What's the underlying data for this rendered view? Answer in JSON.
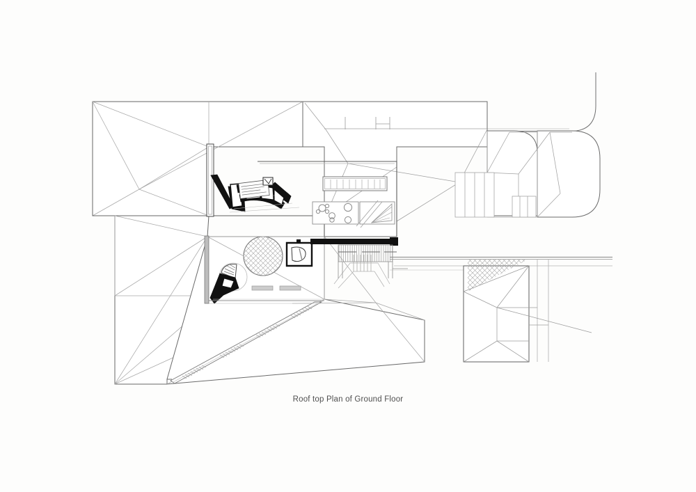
{
  "document": {
    "type": "architectural-drawing",
    "sheet_background": "#fdfdfc",
    "caption": "Roof top Plan of Ground Floor"
  },
  "style": {
    "line_light": "#9a9a9a",
    "line_medium": "#6f6f6f",
    "line_dark": "#2c2c2c",
    "poche_fill": "#111111",
    "hatch_fill": "#bdbdbd",
    "furniture_fill": "#c9c9c9",
    "roof_fill": "#ffffff",
    "caption_color": "#4f4f4f"
  },
  "drawing": {
    "title": "Roof top Plan of Ground Floor",
    "elements": [
      {
        "name": "main-roof-west-block",
        "kind": "hip-roof",
        "note": "large faceted hip roof, west wing"
      },
      {
        "name": "main-roof-north-block",
        "kind": "hip-roof",
        "note": "upper north roof plane"
      },
      {
        "name": "main-roof-south-block",
        "kind": "hip-roof",
        "note": "large lower roof plane with valley ridges"
      },
      {
        "name": "courtyard-opening",
        "kind": "open-court",
        "note": "central open area revealing ground floor"
      },
      {
        "name": "curved-seating-terrace",
        "kind": "tiered-seating",
        "note": "black poche curved amphitheatre seating"
      },
      {
        "name": "counter-bench",
        "kind": "segmented-counter",
        "segments": 10
      },
      {
        "name": "round-table-cluster",
        "kind": "furniture",
        "note": "circular tables and stools"
      },
      {
        "name": "triangular-canopy",
        "kind": "furniture",
        "note": "triangular fan element"
      },
      {
        "name": "circular-skylight",
        "kind": "skylight",
        "note": "hatched circular roof light"
      },
      {
        "name": "spiral-stair",
        "kind": "stair",
        "note": "small spiral stair with landing"
      },
      {
        "name": "wc-core",
        "kind": "service-core",
        "note": "small toilet core with fixture"
      },
      {
        "name": "main-stair",
        "kind": "stair",
        "note": "central straight flight with landing"
      },
      {
        "name": "ramp",
        "kind": "ramp",
        "note": "long diagonal ramp with stepped treads"
      },
      {
        "name": "east-rounded-roof",
        "kind": "rounded-roof",
        "note": "roof volume with rounded corners, east wing"
      },
      {
        "name": "east-stair-block",
        "kind": "stair",
        "note": "stepped roof element east wing"
      },
      {
        "name": "south-east-pavilion",
        "kind": "pavilion-roof",
        "note": "separate pitched roof with hatched facet"
      },
      {
        "name": "site-boundary-lines",
        "kind": "site-lines",
        "note": "long horizontal context lines"
      }
    ]
  }
}
